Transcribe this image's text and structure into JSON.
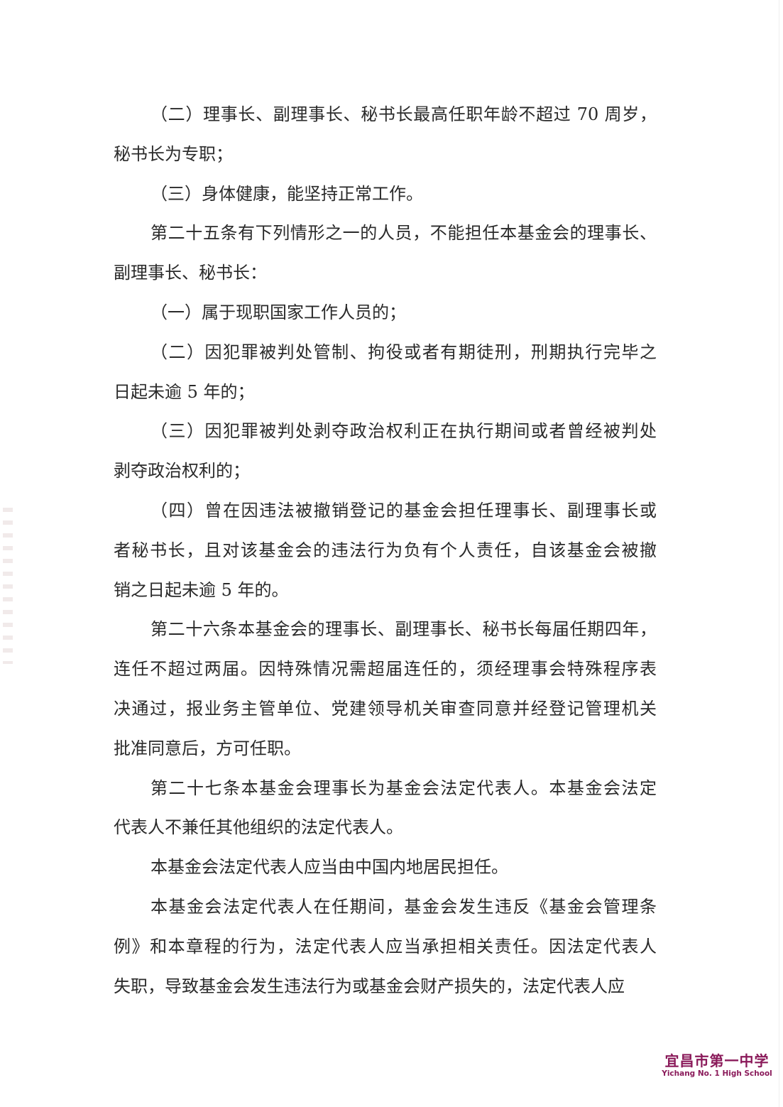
{
  "paragraphs": [
    {
      "lines": [
        "（二）理事长、副理事长、秘书长最高任职年龄不超过 70 周岁，",
        "秘书长为专职；"
      ]
    },
    {
      "lines": [
        "（三）身体健康，能坚持正常工作。"
      ]
    },
    {
      "lines": [
        "第二十五条有下列情形之一的人员，不能担任本基金会的理事长、",
        "副理事长、秘书长："
      ]
    },
    {
      "lines": [
        "（一）属于现职国家工作人员的；"
      ]
    },
    {
      "lines": [
        "（二）因犯罪被判处管制、拘役或者有期徒刑，刑期执行完毕之",
        "日起未逾 5 年的；"
      ]
    },
    {
      "lines": [
        "（三）因犯罪被判处剥夺政治权利正在执行期间或者曾经被判处",
        "剥夺政治权利的；"
      ]
    },
    {
      "lines": [
        "（四）曾在因违法被撤销登记的基金会担任理事长、副理事长或",
        "者秘书长，且对该基金会的违法行为负有个人责任，自该基金会被撤",
        "销之日起未逾 5 年的。"
      ]
    },
    {
      "lines": [
        "第二十六条本基金会的理事长、副理事长、秘书长每届任期四年，",
        "连任不超过两届。因特殊情况需超届连任的，须经理事会特殊程序表",
        "决通过，报业务主管单位、党建领导机关审查同意并经登记管理机关",
        "批准同意后，方可任职。"
      ]
    },
    {
      "lines": [
        "第二十七条本基金会理事长为基金会法定代表人。本基金会法定",
        "代表人不兼任其他组织的法定代表人。"
      ]
    },
    {
      "lines": [
        "本基金会法定代表人应当由中国内地居民担任。"
      ]
    },
    {
      "lines": [
        "本基金会法定代表人在任期间，基金会发生违反《基金会管理条",
        "例》和本章程的行为，法定代表人应当承担相关责任。因法定代表人",
        "失职，导致基金会发生违法行为或基金会财产损失的，法定代表人应"
      ]
    }
  ],
  "logo": {
    "cn": "宜昌市第一中学",
    "en": "Yichang No. 1 High School"
  }
}
